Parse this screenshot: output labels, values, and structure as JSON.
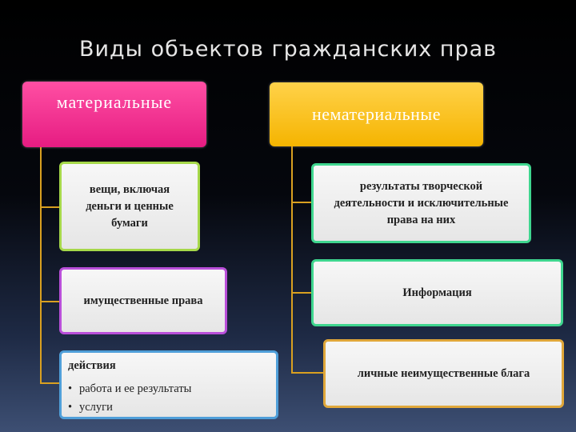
{
  "title": "Виды объектов гражданских прав",
  "left": {
    "header": "материальные",
    "items": [
      {
        "text": "вещи, включая деньги и ценные бумаги"
      },
      {
        "text": "имущественные права"
      }
    ],
    "actions": {
      "heading": "действия",
      "bullets": [
        "работа и ее результаты",
        "услуги"
      ]
    }
  },
  "right": {
    "header": "нематериальные",
    "items": [
      {
        "text": "результаты творческой деятельности и исключительные права на них"
      },
      {
        "text": "Информация"
      },
      {
        "text": "личные неимущественные блага"
      }
    ]
  },
  "colors": {
    "left_header": "#e61c82",
    "right_header": "#f5b400",
    "connector": "#d9a020"
  }
}
